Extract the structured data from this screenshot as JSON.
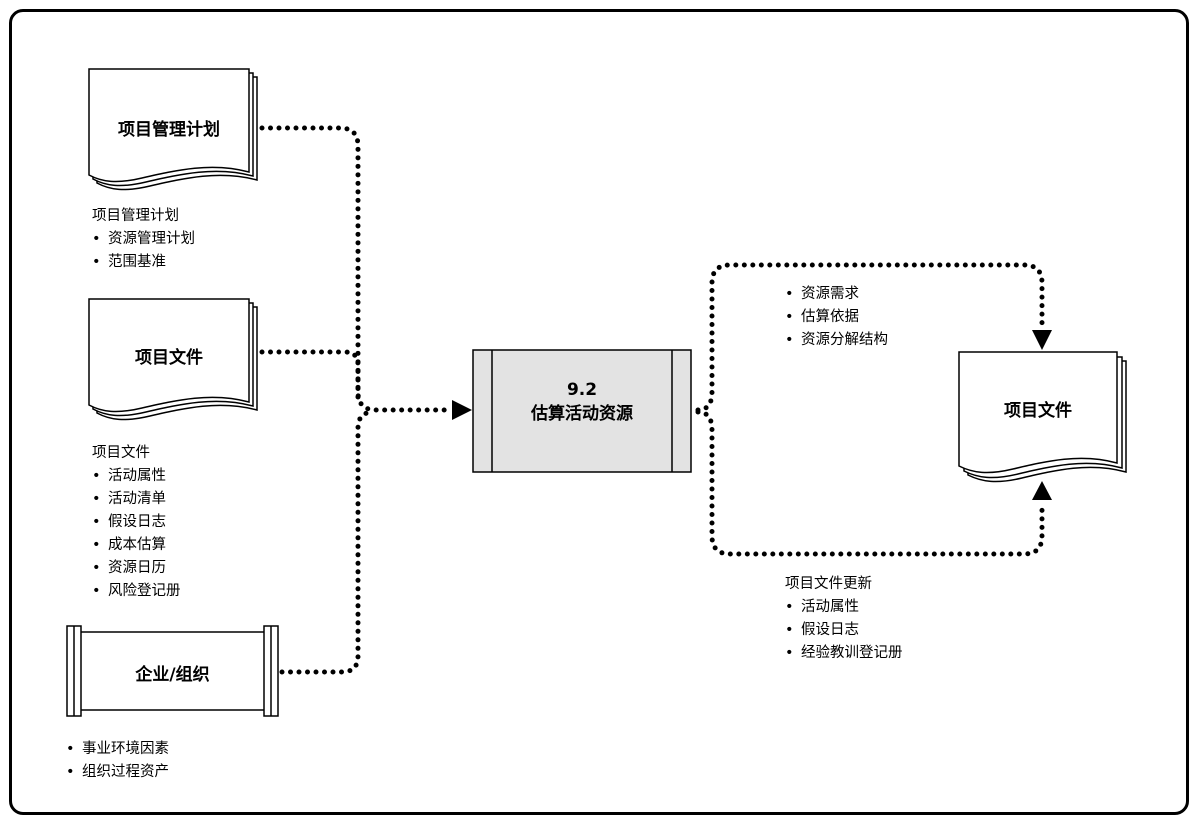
{
  "inputs": {
    "pm_plan": {
      "title": "项目管理计划",
      "list_head": "项目管理计划",
      "items": [
        "资源管理计划",
        "范围基准"
      ]
    },
    "project_docs": {
      "title": "项目文件",
      "list_head": "项目文件",
      "items": [
        "活动属性",
        "活动清单",
        "假设日志",
        "成本估算",
        "资源日历",
        "风险登记册"
      ]
    },
    "enterprise": {
      "title": "企业/组织",
      "items": [
        "事业环境因素",
        "组织过程资产"
      ]
    }
  },
  "process": {
    "number": "9.2",
    "name": "估算活动资源"
  },
  "outputs": {
    "upper_items": [
      "资源需求",
      "估算依据",
      "资源分解结构"
    ],
    "doc_title": "项目文件",
    "updates_head": "项目文件更新",
    "update_items": [
      "活动属性",
      "假设日志",
      "经验教训登记册"
    ]
  },
  "colors": {
    "process_fill": "#e3e3e3",
    "stroke": "#000000"
  }
}
